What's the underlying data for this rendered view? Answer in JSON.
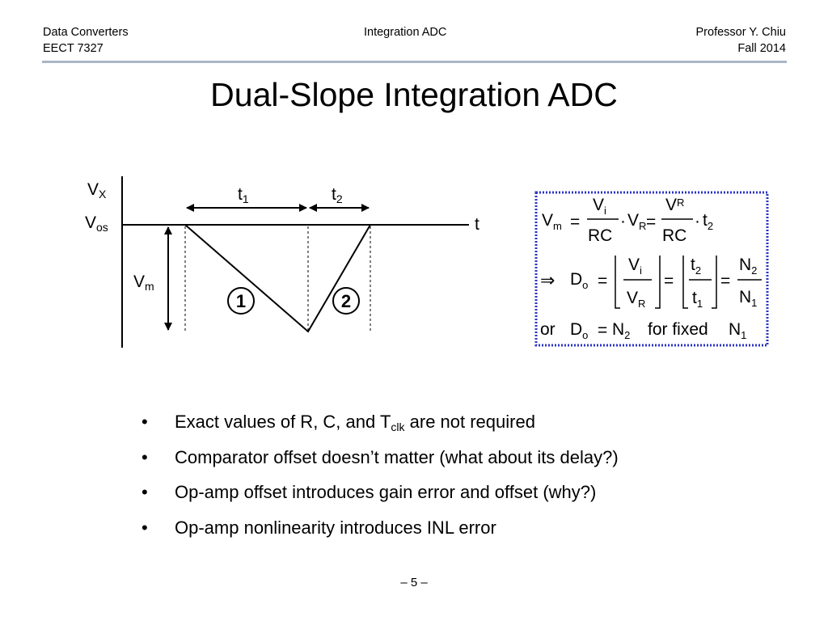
{
  "header": {
    "course": "Data Converters",
    "code": "EECT 7327",
    "topic": "Integration ADC",
    "instructor": "Professor Y. Chiu",
    "term": "Fall 2014"
  },
  "title": "Dual-Slope Integration ADC",
  "diagram": {
    "y_axis_label": "V",
    "y_axis_sub": "X",
    "x_axis_label": "t",
    "vos_label": "V",
    "vos_sub": "os",
    "vm_label": "V",
    "vm_sub": "m",
    "t1_label": "t",
    "t1_sub": "1",
    "t2_label": "t",
    "t2_sub": "2",
    "phase1": "1",
    "phase2": "2"
  },
  "equations": {
    "border_color": "#2a34c4",
    "eq1": {
      "lhs": "V",
      "lhs_sub": "m",
      "num1": "V",
      "num1_sub": "i",
      "den1": "RC",
      "t1": "t",
      "t1_sub": "1",
      "num2": "V",
      "num2_sub": "R",
      "den2": "RC",
      "t2": "t",
      "t2_sub": "2"
    },
    "eq2": {
      "implies": "⇒",
      "lhs": "D",
      "lhs_sub": "o",
      "num1": "V",
      "num1_sub": "i",
      "den1": "V",
      "den1_sub": "R",
      "num2": "t",
      "num2_sub": "2",
      "den2": "t",
      "den2_sub": "1",
      "num3": "N",
      "num3_sub": "2",
      "den3": "N",
      "den3_sub": "1"
    },
    "eq3": {
      "or": "or",
      "lhs": "D",
      "lhs_sub": "o",
      "rhs": "N",
      "rhs_sub": "2",
      "text": "for fixed",
      "n": "N",
      "n_sub": "1"
    }
  },
  "bullets": [
    {
      "marker": "•",
      "text": "Exact values of R, C, and T",
      "sub": "clk",
      "after": " are not required"
    },
    {
      "marker": "•",
      "text": "Comparator offset doesn’t matter (what about its delay?)"
    },
    {
      "marker": "•",
      "text": "Op-amp offset introduces gain error and offset (why?)"
    },
    {
      "marker": "•",
      "text": "Op-amp nonlinearity introduces INL error"
    }
  ],
  "page_number": "– 5 –"
}
